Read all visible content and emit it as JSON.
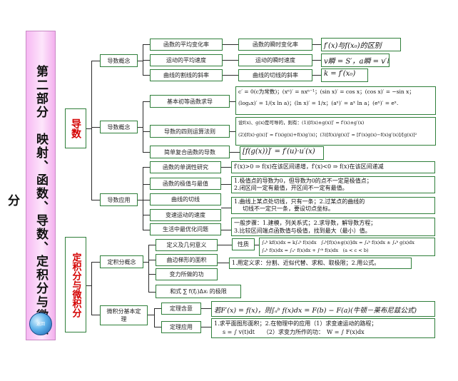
{
  "sidebar": {
    "title": "第二部分　映射、函数、导数、定积分与微积分",
    "logo": "返回"
  },
  "sections": {
    "derivative": "导数",
    "integral": "定积分与微积分"
  },
  "level1": {
    "concept1": "导数概念",
    "concept2": "导数概念",
    "application": "导数应用",
    "integral_concept": "定积分概念",
    "fundamental": "微积分基本定理"
  },
  "level2": {
    "avg_rate": "函数的平均变化率",
    "avg_speed": "运动的平均速度",
    "secant_slope": "曲线的割线的斜率",
    "basic_formulas": "基本初等函数求导",
    "arith_rules": "导数的四则运算法则",
    "composite": "简单复合函数的导数",
    "monotonic": "函数的单调性研究",
    "extremum": "函数的极值与最值",
    "tangent": "曲线的切线",
    "variable_speed": "变速运动的速度",
    "optimization": "生活中最优化问题",
    "definition_geom": "定义及几何意义",
    "curved_area": "曲边梯形的面积",
    "variable_work": "变力所做的功",
    "riemann_sum": "和式 ∑ f(ξᵢ)Δxᵢ 的极限",
    "theorem_meaning": "定理含意",
    "theorem_app": "定理应用"
  },
  "level3": {
    "instant_rate": "函数的瞬时变化率",
    "instant_speed": "运动的瞬时速度",
    "tangent_slope": "曲线的切线的斜率",
    "properties": "性质"
  },
  "formulas": {
    "f1": "f′(x)与f(x₀)的区别",
    "f2": "v瞬 = S′，a瞬 = v′瞬",
    "f3": "k = f′(x₀)",
    "basic1": "c′ = 0(c为常数)；(xⁿ)′ = nxⁿ⁻¹；(sin x)′ = cos x；(cos x)′ = −sin x；",
    "basic2": "(logₐx)′ = 1/(x ln a)；(ln x)′ = 1/x；(aˣ)′ = aˣ ln a；(eˣ)′ = eˣ.",
    "arith1": "设f(x)、g(x)是可导的，则有：(1)[f(x)±g(x)]′ = f′(x)±g′(x)",
    "arith2": "(2)[f(x)·g(x)]′ = f′(x)g(x)+f(x)g′(x)；(3)[f(x)/g(x)]′ = [f′(x)g(x)−f(x)g′(x)]/[g(x)]²",
    "composite": "[f(g(x))]′ = f′(u)·u′(x)",
    "monotonic": "f′(x)>0 ⇒ f(x)在该区间递增，f′(x)<0 ⇒ f(x)在该区间递减",
    "extremum1": "1.极值点的导数为0，但导数为0的点不一定是极值点；",
    "extremum2": "2.闭区间一定有最值，开区间不一定有最值。",
    "tangent1": "1.曲线上某点处切线，只有一条；2.过某点的曲线的",
    "tangent2": "切线不一定只一条，要设切点坐标。",
    "opt1": "一般步骤：1.建模，列关系式；2.求导数，解导数方程；",
    "opt2": "3.比较区间端点函数值与极值，找到最大（最小）值。",
    "prop1": "∫ₐᵇ kf(x)dx = k∫ₐᵇ f(x)dx　∫ₐᵇ[f(x)±g(x)]dx = ∫ₐᵇ f(x)dx ± ∫ₐᵇ g(x)dx",
    "prop2": "∫ₐᵇ f(x)dx = ∫ₐᶜ f(x)dx + ∫ᶜᵇ f(x)dx　(a < c < b)",
    "area_method": "1.用定义求：分割、近似代替、求和、取极限；2.用公式。",
    "theorem": "若F′(x) = f(x)，则∫ₐᵇ f(x)dx = F(b) − F(a)(牛顿－莱布尼兹公式)",
    "app1": "1.求平面图形面积；2.在物理中的应用（1）求变速运动的路程；",
    "app2": "s = ∫ v(t)dt　　（2）求变力所作的功：　W = ∫ F(x)dx"
  }
}
